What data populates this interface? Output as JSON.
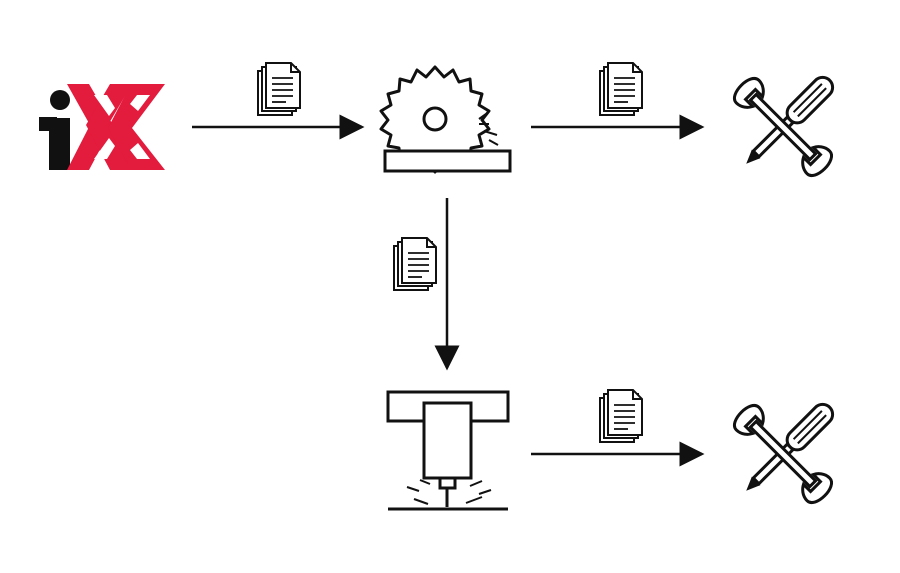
{
  "logo": {
    "text": "iX",
    "colors": {
      "i": "#111111",
      "x": "#e31b3d"
    }
  },
  "nodes": [
    {
      "id": "source",
      "icon": "ix-logo"
    },
    {
      "id": "saw",
      "icon": "saw-blade-icon"
    },
    {
      "id": "tools-top",
      "icon": "wrench-screwdriver-icon"
    },
    {
      "id": "laser",
      "icon": "laser-cutter-icon"
    },
    {
      "id": "tools-bottom",
      "icon": "wrench-screwdriver-icon"
    }
  ],
  "edges": [
    {
      "from": "source",
      "to": "saw",
      "icon": "document-stack-icon"
    },
    {
      "from": "saw",
      "to": "tools-top",
      "icon": "document-stack-icon"
    },
    {
      "from": "saw",
      "to": "laser",
      "icon": "document-stack-icon"
    },
    {
      "from": "laser",
      "to": "tools-bottom",
      "icon": "document-stack-icon"
    }
  ],
  "colors": {
    "line": "#111111",
    "background": "#ffffff"
  }
}
